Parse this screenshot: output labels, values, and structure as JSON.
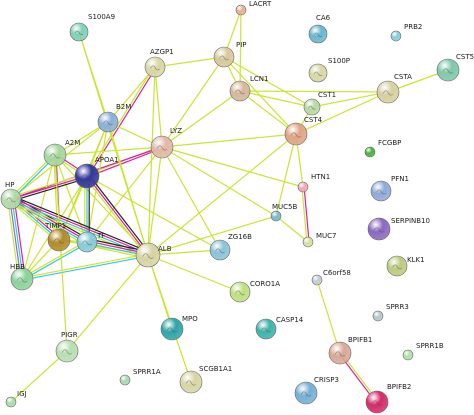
{
  "network": {
    "colors": {
      "edge_textmining": "#c8e632",
      "edge_coexpression": "#222222",
      "edge_experimental": "#d91fa0",
      "edge_database": "#37c8d6",
      "edge_homology": "#7f6fd6",
      "edge_neighborhood": "#27a127"
    },
    "nodes": [
      {
        "id": "S100A9",
        "label": "S100A9",
        "color": "#7fd0b8",
        "r": 9
      },
      {
        "id": "LACRT",
        "label": "LACRT",
        "color": "#e8b097",
        "r": 5
      },
      {
        "id": "CA6",
        "label": "CA6",
        "color": "#69b7cf",
        "r": 9
      },
      {
        "id": "PRB2",
        "label": "PRB2",
        "color": "#86ccd9",
        "r": 5
      },
      {
        "id": "CST5",
        "label": "CST5",
        "color": "#7ec8a8",
        "r": 11
      },
      {
        "id": "AZGP1",
        "label": "AZGP1",
        "color": "#d8d6a6",
        "r": 10
      },
      {
        "id": "PIP",
        "label": "PIP",
        "color": "#d7c89d",
        "r": 10
      },
      {
        "id": "S100P",
        "label": "S100P",
        "color": "#d7d6a4",
        "r": 9
      },
      {
        "id": "LCN1",
        "label": "LCN1",
        "color": "#d5b79a",
        "r": 10
      },
      {
        "id": "CSTA",
        "label": "CSTA",
        "color": "#d6cf9f",
        "r": 11
      },
      {
        "id": "CST1",
        "label": "CST1",
        "color": "#b8d9a2",
        "r": 8
      },
      {
        "id": "B2M",
        "label": "B2M",
        "color": "#8ab0d8",
        "r": 10
      },
      {
        "id": "CST4",
        "label": "CST4",
        "color": "#e0a484",
        "r": 11
      },
      {
        "id": "LYZ",
        "label": "LYZ",
        "color": "#e2b8a8",
        "r": 11
      },
      {
        "id": "FCGBP",
        "label": "FCGBP",
        "color": "#49b23a",
        "r": 5
      },
      {
        "id": "A2M",
        "label": "A2M",
        "color": "#a6d6a0",
        "r": 11
      },
      {
        "id": "APOA1",
        "label": "APOA1",
        "color": "#33399c",
        "r": 12
      },
      {
        "id": "HTN1",
        "label": "HTN1",
        "color": "#f0a8b6",
        "r": 5
      },
      {
        "id": "PFN1",
        "label": "PFN1",
        "color": "#8faad8",
        "r": 10
      },
      {
        "id": "HP",
        "label": "HP",
        "color": "#b3d9a9",
        "r": 10
      },
      {
        "id": "TIMP1",
        "label": "TIMP1",
        "color": "#b28b2a",
        "r": 11
      },
      {
        "id": "TF",
        "label": "TF",
        "color": "#88ccd8",
        "r": 10
      },
      {
        "id": "MUC5B",
        "label": "MUC5B",
        "color": "#74bccc",
        "r": 5
      },
      {
        "id": "SERPINB10",
        "label": "SERPINB10",
        "color": "#8a68c0",
        "r": 11
      },
      {
        "id": "ZG16B",
        "label": "ZG16B",
        "color": "#8ac3d8",
        "r": 10
      },
      {
        "id": "MUC7",
        "label": "MUC7",
        "color": "#d2e0a2",
        "r": 5
      },
      {
        "id": "ALB",
        "label": "ALB",
        "color": "#d8d3a5",
        "r": 12
      },
      {
        "id": "HBB",
        "label": "HBB",
        "color": "#8bd29a",
        "r": 11
      },
      {
        "id": "C6orf58",
        "label": "C6orf58",
        "color": "#bfcdd2",
        "r": 5
      },
      {
        "id": "KLK1",
        "label": "KLK1",
        "color": "#bccb7e",
        "r": 10
      },
      {
        "id": "CORO1A",
        "label": "CORO1A",
        "color": "#bde07e",
        "r": 10
      },
      {
        "id": "SPRR3",
        "label": "SPRR3",
        "color": "#b8c6cc",
        "r": 5
      },
      {
        "id": "CASP14",
        "label": "CASP14",
        "color": "#3db3a8",
        "r": 10
      },
      {
        "id": "MPO",
        "label": "MPO",
        "color": "#2ea5a8",
        "r": 11
      },
      {
        "id": "SPRR1B",
        "label": "SPRR1B",
        "color": "#b2e0a6",
        "r": 5
      },
      {
        "id": "PIGR",
        "label": "PIGR",
        "color": "#b6dfb0",
        "r": 11
      },
      {
        "id": "BPIFB1",
        "label": "BPIFB1",
        "color": "#d9a896",
        "r": 11
      },
      {
        "id": "SPRR1A",
        "label": "SPRR1A",
        "color": "#a6d9b0",
        "r": 5
      },
      {
        "id": "SCGB1A1",
        "label": "SCGB1A1",
        "color": "#d7d4a4",
        "r": 11
      },
      {
        "id": "CRISP3",
        "label": "CRISP3",
        "color": "#74afd6",
        "r": 11
      },
      {
        "id": "BPIFB2",
        "label": "BPIFB2",
        "color": "#d62a6a",
        "r": 11
      },
      {
        "id": "IGJ",
        "label": "IGJ",
        "color": "#a8dcaa",
        "r": 5
      }
    ],
    "edges": [
      [
        "S100A9",
        "B2M",
        "edge_textmining"
      ],
      [
        "AZGP1",
        "B2M",
        "edge_textmining"
      ],
      [
        "AZGP1",
        "PIP",
        "edge_textmining"
      ],
      [
        "AZGP1",
        "LYZ",
        "edge_textmining"
      ],
      [
        "AZGP1",
        "APOA1",
        "edge_experimental"
      ],
      [
        "AZGP1",
        "APOA1",
        "edge_textmining"
      ],
      [
        "LACRT",
        "PIP",
        "edge_textmining"
      ],
      [
        "LACRT",
        "LCN1",
        "edge_textmining"
      ],
      [
        "PIP",
        "LCN1",
        "edge_textmining"
      ],
      [
        "PIP",
        "LYZ",
        "edge_textmining"
      ],
      [
        "PIP",
        "CST1",
        "edge_textmining"
      ],
      [
        "PIP",
        "CST4",
        "edge_textmining"
      ],
      [
        "LCN1",
        "LYZ",
        "edge_textmining"
      ],
      [
        "LCN1",
        "CST1",
        "edge_textmining"
      ],
      [
        "LCN1",
        "CST4",
        "edge_textmining"
      ],
      [
        "LCN1",
        "CSTA",
        "edge_textmining"
      ],
      [
        "CST1",
        "CST4",
        "edge_textmining"
      ],
      [
        "CST1",
        "CSTA",
        "edge_textmining"
      ],
      [
        "CST4",
        "CSTA",
        "edge_textmining"
      ],
      [
        "CST5",
        "CSTA",
        "edge_textmining"
      ],
      [
        "LYZ",
        "CST4",
        "edge_textmining"
      ],
      [
        "LYZ",
        "MUC5B",
        "edge_textmining"
      ],
      [
        "LYZ",
        "ZG16B",
        "edge_textmining"
      ],
      [
        "LYZ",
        "HTN1",
        "edge_textmining"
      ],
      [
        "LYZ",
        "B2M",
        "edge_textmining"
      ],
      [
        "LYZ",
        "A2M",
        "edge_textmining"
      ],
      [
        "LYZ",
        "APOA1",
        "edge_experimental"
      ],
      [
        "LYZ",
        "APOA1",
        "edge_textmining"
      ],
      [
        "LYZ",
        "TF",
        "edge_textmining"
      ],
      [
        "LYZ",
        "ALB",
        "edge_textmining"
      ],
      [
        "LYZ",
        "HP",
        "edge_experimental"
      ],
      [
        "CST4",
        "HTN1",
        "edge_textmining"
      ],
      [
        "CST4",
        "MUC5B",
        "edge_textmining"
      ],
      [
        "HTN1",
        "MUC7",
        "edge_experimental"
      ],
      [
        "HTN1",
        "MUC7",
        "edge_textmining"
      ],
      [
        "MUC5B",
        "MUC7",
        "edge_textmining"
      ],
      [
        "MUC5B",
        "ALB",
        "edge_textmining"
      ],
      [
        "B2M",
        "A2M",
        "edge_textmining"
      ],
      [
        "B2M",
        "APOA1",
        "edge_textmining"
      ],
      [
        "B2M",
        "TF",
        "edge_textmining"
      ],
      [
        "B2M",
        "ALB",
        "edge_textmining"
      ],
      [
        "B2M",
        "HP",
        "edge_textmining"
      ],
      [
        "B2M",
        "TIMP1",
        "edge_textmining"
      ],
      [
        "A2M",
        "APOA1",
        "edge_experimental"
      ],
      [
        "A2M",
        "APOA1",
        "edge_textmining"
      ],
      [
        "A2M",
        "HP",
        "edge_database"
      ],
      [
        "A2M",
        "HP",
        "edge_textmining"
      ],
      [
        "A2M",
        "TIMP1",
        "edge_experimental"
      ],
      [
        "A2M",
        "TIMP1",
        "edge_textmining"
      ],
      [
        "A2M",
        "TF",
        "edge_textmining"
      ],
      [
        "A2M",
        "ALB",
        "edge_textmining"
      ],
      [
        "A2M",
        "HBB",
        "edge_textmining"
      ],
      [
        "APOA1",
        "HP",
        "edge_coexpression"
      ],
      [
        "APOA1",
        "HP",
        "edge_experimental"
      ],
      [
        "APOA1",
        "HP",
        "edge_textmining"
      ],
      [
        "APOA1",
        "TIMP1",
        "edge_textmining"
      ],
      [
        "APOA1",
        "TF",
        "edge_coexpression"
      ],
      [
        "APOA1",
        "TF",
        "edge_database"
      ],
      [
        "APOA1",
        "TF",
        "edge_textmining"
      ],
      [
        "APOA1",
        "ALB",
        "edge_coexpression"
      ],
      [
        "APOA1",
        "ALB",
        "edge_experimental"
      ],
      [
        "APOA1",
        "ALB",
        "edge_textmining"
      ],
      [
        "APOA1",
        "HBB",
        "edge_textmining"
      ],
      [
        "APOA1",
        "ZG16B",
        "edge_textmining"
      ],
      [
        "HP",
        "TIMP1",
        "edge_experimental"
      ],
      [
        "HP",
        "TIMP1",
        "edge_database"
      ],
      [
        "HP",
        "TIMP1",
        "edge_textmining"
      ],
      [
        "HP",
        "TF",
        "edge_coexpression"
      ],
      [
        "HP",
        "TF",
        "edge_experimental"
      ],
      [
        "HP",
        "TF",
        "edge_database"
      ],
      [
        "HP",
        "TF",
        "edge_textmining"
      ],
      [
        "HP",
        "ALB",
        "edge_coexpression"
      ],
      [
        "HP",
        "ALB",
        "edge_experimental"
      ],
      [
        "HP",
        "ALB",
        "edge_database"
      ],
      [
        "HP",
        "ALB",
        "edge_textmining"
      ],
      [
        "HP",
        "HBB",
        "edge_experimental"
      ],
      [
        "HP",
        "HBB",
        "edge_database"
      ],
      [
        "HP",
        "HBB",
        "edge_homology"
      ],
      [
        "HP",
        "HBB",
        "edge_textmining"
      ],
      [
        "TIMP1",
        "TF",
        "edge_textmining"
      ],
      [
        "TIMP1",
        "ALB",
        "edge_textmining"
      ],
      [
        "TIMP1",
        "HBB",
        "edge_textmining"
      ],
      [
        "TF",
        "ALB",
        "edge_coexpression"
      ],
      [
        "TF",
        "ALB",
        "edge_experimental"
      ],
      [
        "TF",
        "ALB",
        "edge_database"
      ],
      [
        "TF",
        "ALB",
        "edge_textmining"
      ],
      [
        "TF",
        "HBB",
        "edge_database"
      ],
      [
        "TF",
        "HBB",
        "edge_textmining"
      ],
      [
        "ALB",
        "HBB",
        "edge_database"
      ],
      [
        "ALB",
        "HBB",
        "edge_textmining"
      ],
      [
        "ALB",
        "ZG16B",
        "edge_textmining"
      ],
      [
        "ALB",
        "CORO1A",
        "edge_textmining"
      ],
      [
        "ALB",
        "MPO",
        "edge_textmining"
      ],
      [
        "ALB",
        "SCGB1A1",
        "edge_textmining"
      ],
      [
        "ALB",
        "PIGR",
        "edge_textmining"
      ],
      [
        "ALB",
        "CST4",
        "edge_textmining"
      ],
      [
        "ALB",
        "AZGP1",
        "edge_textmining"
      ],
      [
        "ALB",
        "S100A9",
        "edge_textmining"
      ],
      [
        "PIGR",
        "IGJ",
        "edge_textmining"
      ],
      [
        "PIGR",
        "A2M",
        "edge_textmining"
      ],
      [
        "C6orf58",
        "BPIFB1",
        "edge_textmining"
      ],
      [
        "BPIFB1",
        "BPIFB2",
        "edge_textmining"
      ],
      [
        "BPIFB1",
        "BPIFB2",
        "edge_experimental"
      ]
    ]
  }
}
